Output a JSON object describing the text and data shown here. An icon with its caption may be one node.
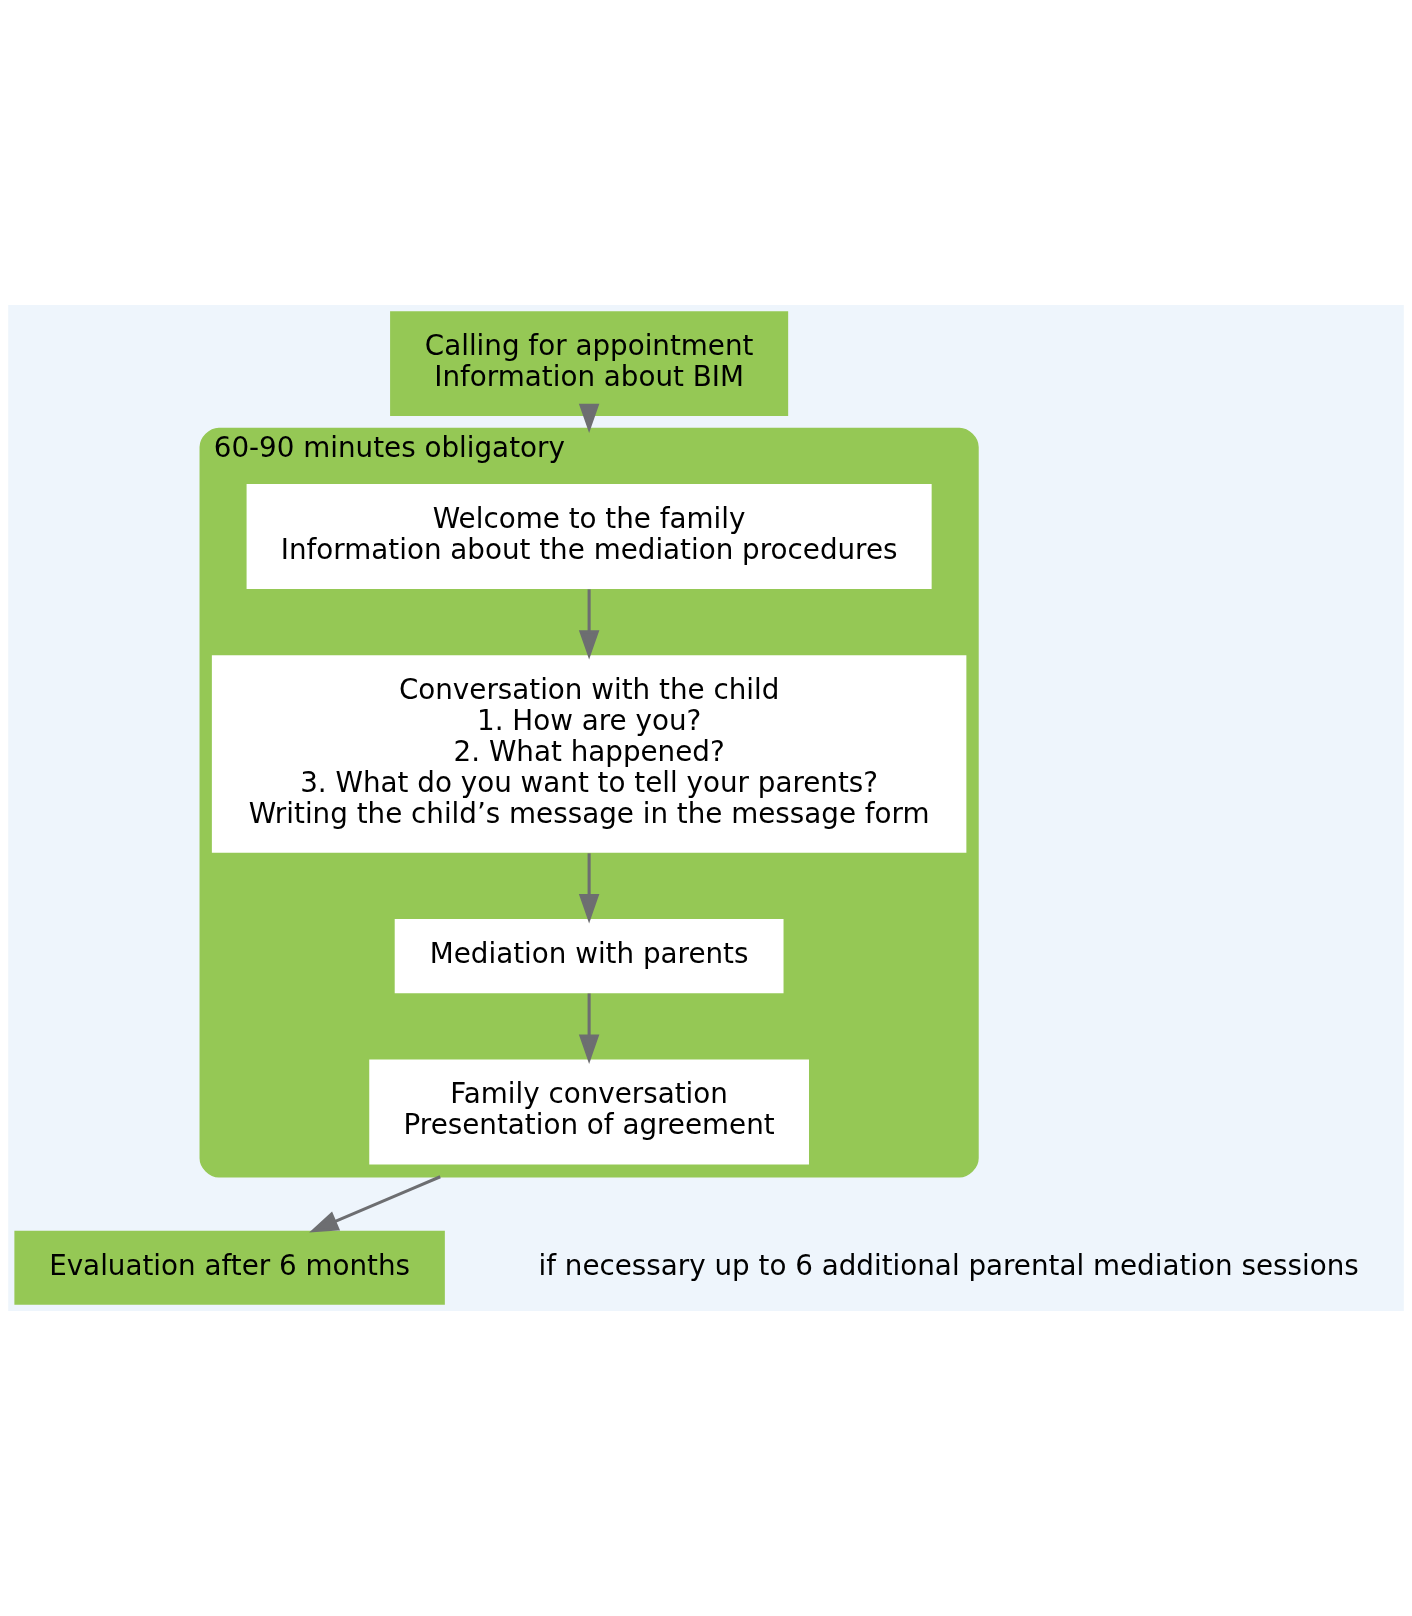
{
  "diagram": {
    "nodes": [
      {
        "text": [
          "Calling for appointment",
          "Information about BIM"
        ]
      },
      {
        "text": [],
        "shape": "box",
        "beside": [
          "60-90 minutes obligatory"
        ]
      },
      {
        "text": [
          "Welcome to the family",
          "Information about the mediation procedures"
        ],
        "in": 1
      },
      {
        "text": [
          "Conversation with the child",
          "1. How are you?",
          "2. What happened?",
          "3. What do you want to tell your parents?",
          "Writing the child’s message in the message form"
        ],
        "in": 1
      },
      {
        "text": [
          "Mediation with parents"
        ],
        "in": 1
      },
      {
        "text": [
          "Family conversation",
          "Presentation of agreement"
        ],
        "in": 1
      },
      {
        "text": [
          "Evaluation after 6 months"
        ]
      }
    ],
    "edges": [
      {
        "from": 0,
        "to": 1,
        "arrow": "to"
      },
      {
        "from": 2,
        "to": 3,
        "arrow": "to"
      },
      {
        "from": 3,
        "to": 4,
        "arrow": "to"
      },
      {
        "from": 4,
        "to": 5,
        "arrow": "to"
      },
      {
        "from": 1,
        "to": 6,
        "arrow": "to"
      }
    ],
    "labels": [
      "if necessary up to 6 additional parental mediation sessions"
    ]
  }
}
